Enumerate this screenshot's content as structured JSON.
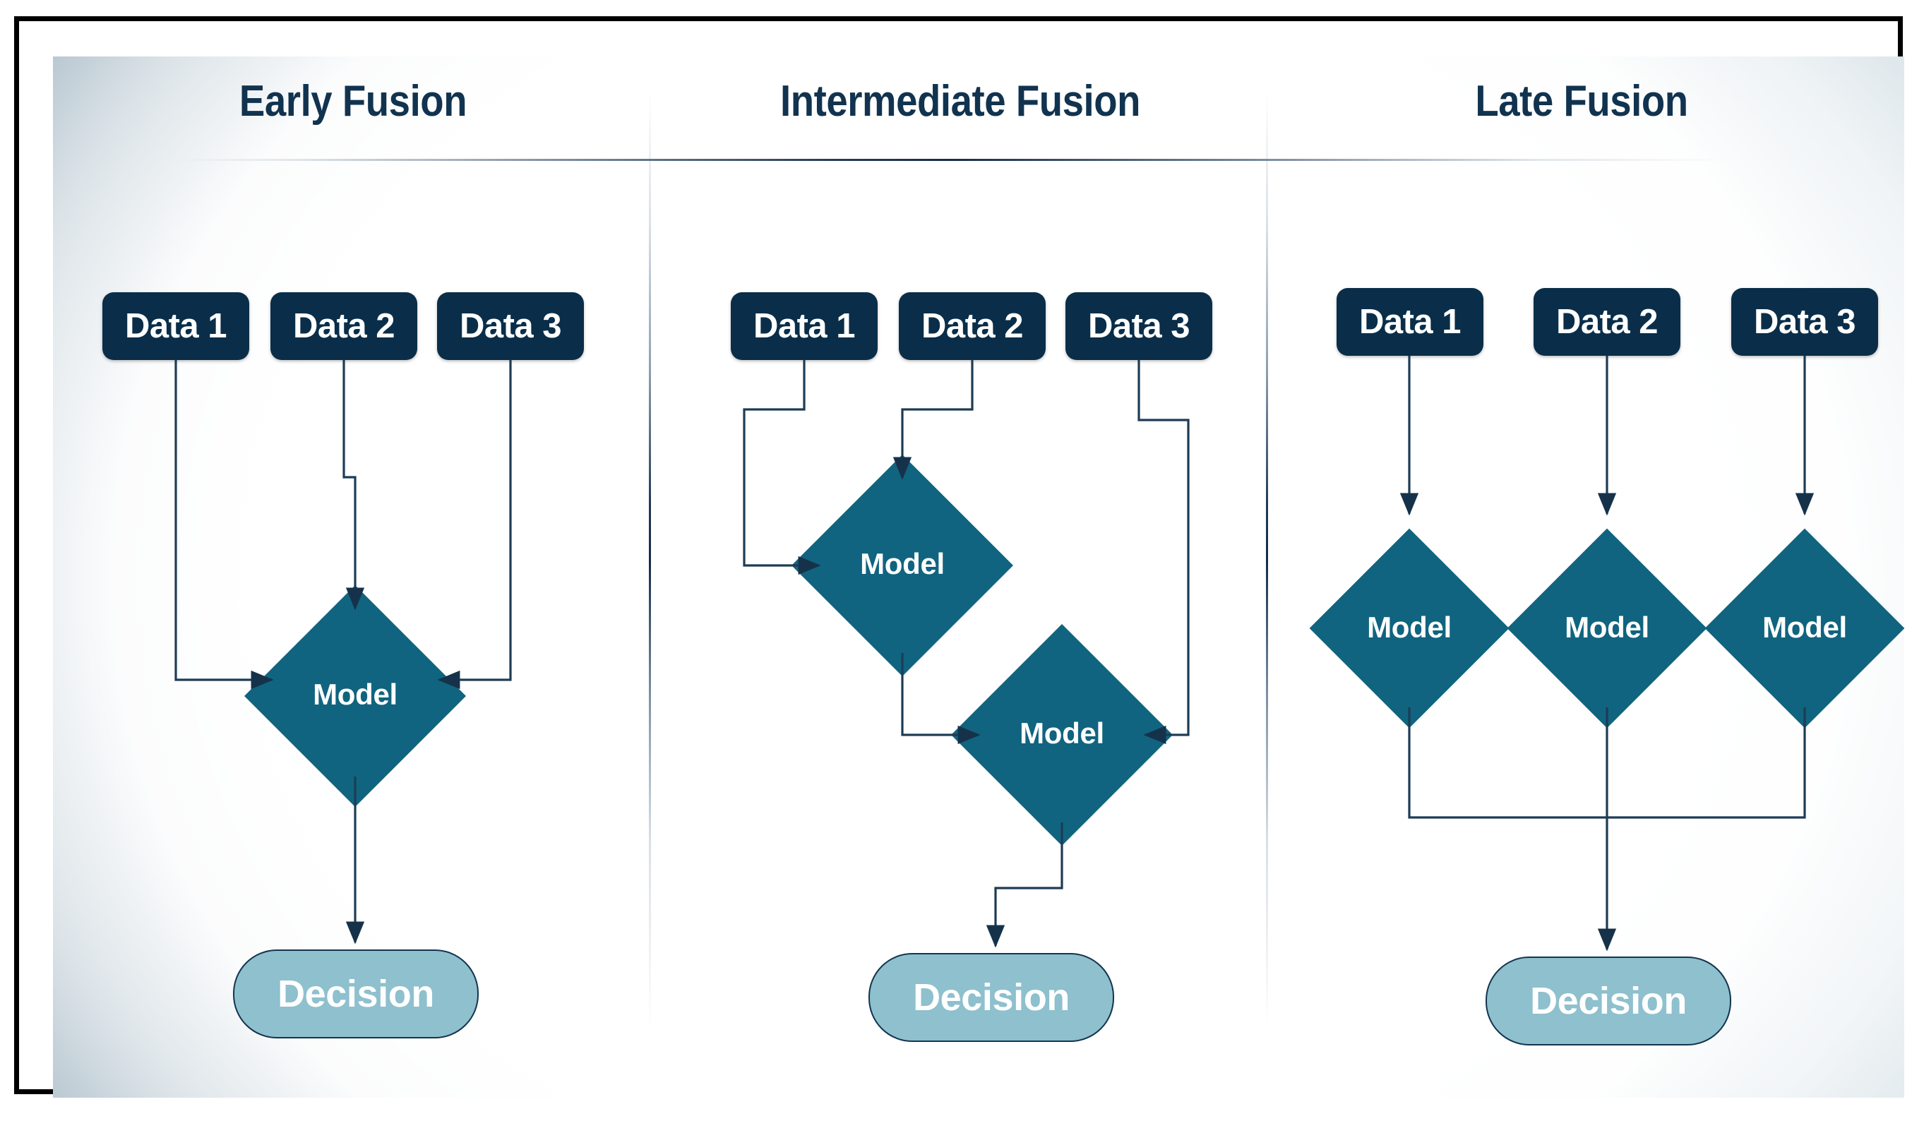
{
  "figure": {
    "background_gradient_from": "#8ba3b3",
    "background_gradient_to": "#e9f0f3",
    "frame_color": "#000000"
  },
  "palette": {
    "data_box": "#0a2e49",
    "model_diamond": "#10647f",
    "decision_pill": "#8ec0ce",
    "title_text": "#11334f",
    "connector": "#1d3c55",
    "node_text": "#ffffff"
  },
  "columns": [
    {
      "id": "early-fusion",
      "title": "Early Fusion",
      "data_nodes": [
        {
          "label": "Data 1"
        },
        {
          "label": "Data 2"
        },
        {
          "label": "Data 3"
        }
      ],
      "model_nodes": [
        {
          "label": "Model"
        }
      ],
      "decision_node": {
        "label": "Decision"
      },
      "edges": [
        {
          "from": "Data 1",
          "to": "Model"
        },
        {
          "from": "Data 2",
          "to": "Model"
        },
        {
          "from": "Data 3",
          "to": "Model"
        },
        {
          "from": "Model",
          "to": "Decision"
        }
      ]
    },
    {
      "id": "intermediate-fusion",
      "title": "Intermediate Fusion",
      "data_nodes": [
        {
          "label": "Data 1"
        },
        {
          "label": "Data 2"
        },
        {
          "label": "Data 3"
        }
      ],
      "model_nodes": [
        {
          "label": "Model"
        },
        {
          "label": "Model"
        }
      ],
      "decision_node": {
        "label": "Decision"
      },
      "edges": [
        {
          "from": "Data 1",
          "to": "Model 1"
        },
        {
          "from": "Data 2",
          "to": "Model 1"
        },
        {
          "from": "Model 1",
          "to": "Model 2"
        },
        {
          "from": "Data 3",
          "to": "Model 2"
        },
        {
          "from": "Model 2",
          "to": "Decision"
        }
      ]
    },
    {
      "id": "late-fusion",
      "title": "Late Fusion",
      "data_nodes": [
        {
          "label": "Data 1"
        },
        {
          "label": "Data 2"
        },
        {
          "label": "Data 3"
        }
      ],
      "model_nodes": [
        {
          "label": "Model"
        },
        {
          "label": "Model"
        },
        {
          "label": "Model"
        }
      ],
      "decision_node": {
        "label": "Decision"
      },
      "edges": [
        {
          "from": "Data 1",
          "to": "Model 1"
        },
        {
          "from": "Data 2",
          "to": "Model 2"
        },
        {
          "from": "Data 3",
          "to": "Model 3"
        },
        {
          "from": "Model 1",
          "to": "Decision"
        },
        {
          "from": "Model 2",
          "to": "Decision"
        },
        {
          "from": "Model 3",
          "to": "Decision"
        }
      ]
    }
  ]
}
